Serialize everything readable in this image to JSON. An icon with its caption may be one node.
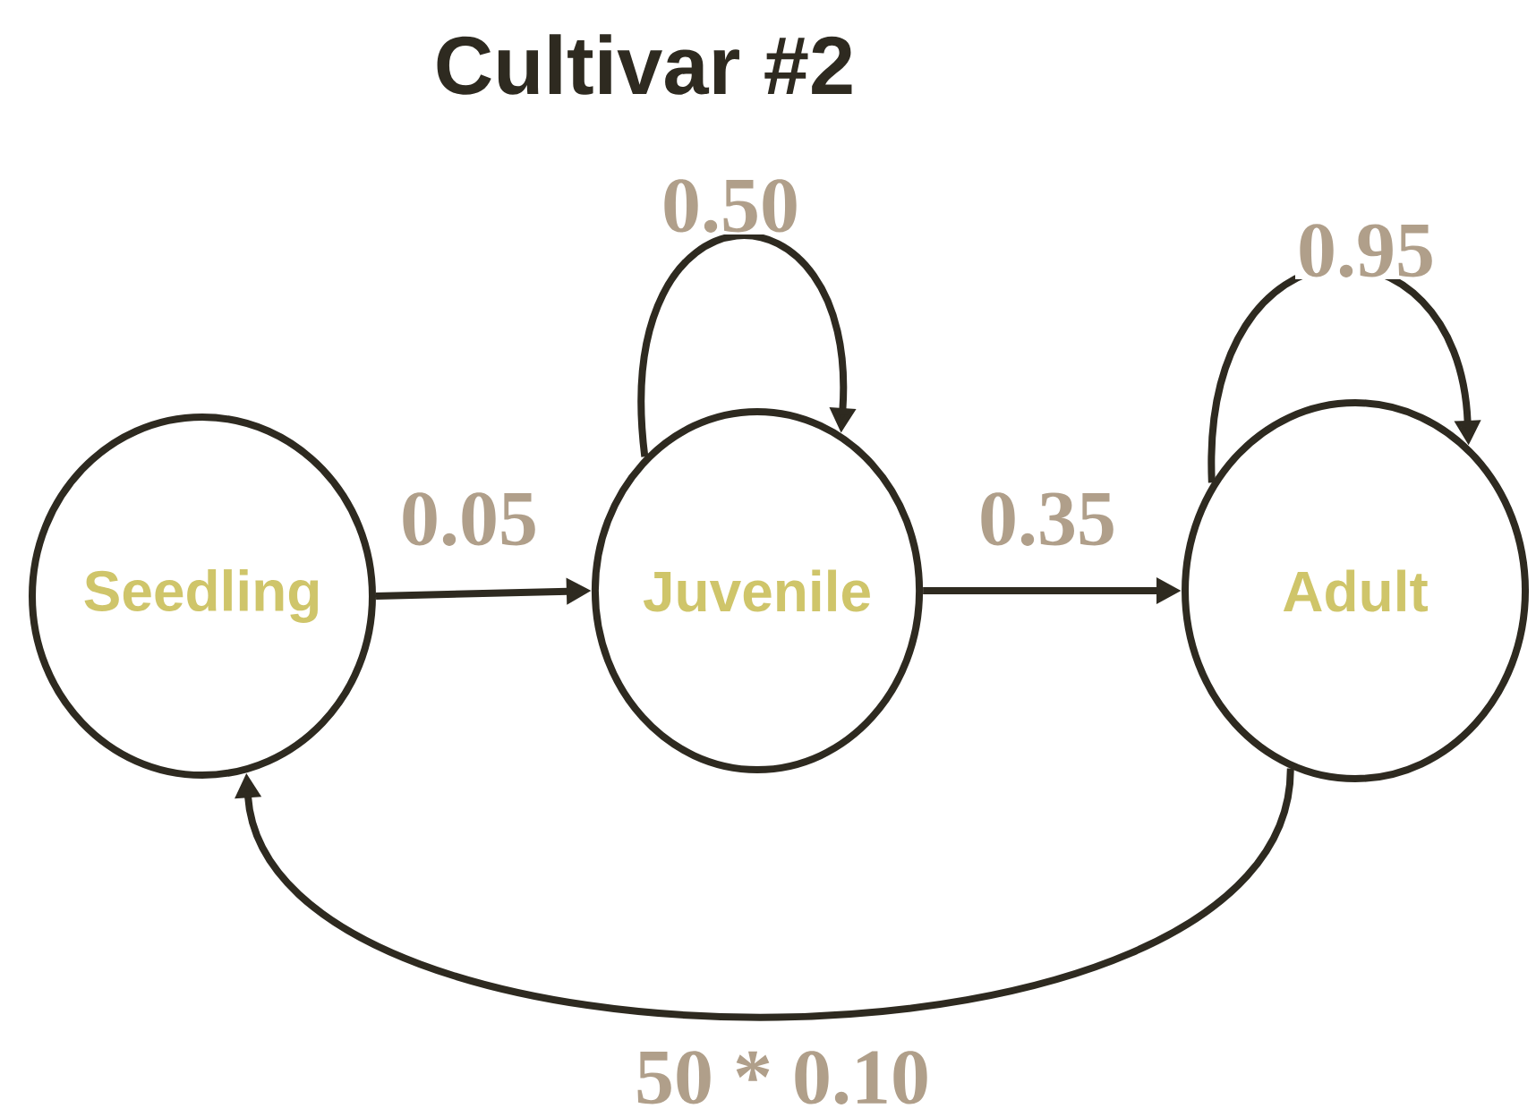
{
  "diagram": {
    "title": "Cultivar #2",
    "nodes": [
      {
        "text": [
          "Seedling"
        ]
      },
      {
        "text": [
          "Juvenile"
        ]
      },
      {
        "text": [
          "Adult"
        ]
      }
    ],
    "edges": [
      {
        "from": 0,
        "to": 1,
        "arrow": "to",
        "label": "0.05"
      },
      {
        "from": 1,
        "to": 1,
        "arrow": "to",
        "label": "0.50"
      },
      {
        "from": 1,
        "to": 2,
        "arrow": "to",
        "label": "0.35"
      },
      {
        "from": 2,
        "to": 2,
        "arrow": "to",
        "label": "0.95"
      },
      {
        "from": 2,
        "to": 0,
        "arrow": "to",
        "label": "50 * 0.10"
      }
    ]
  }
}
